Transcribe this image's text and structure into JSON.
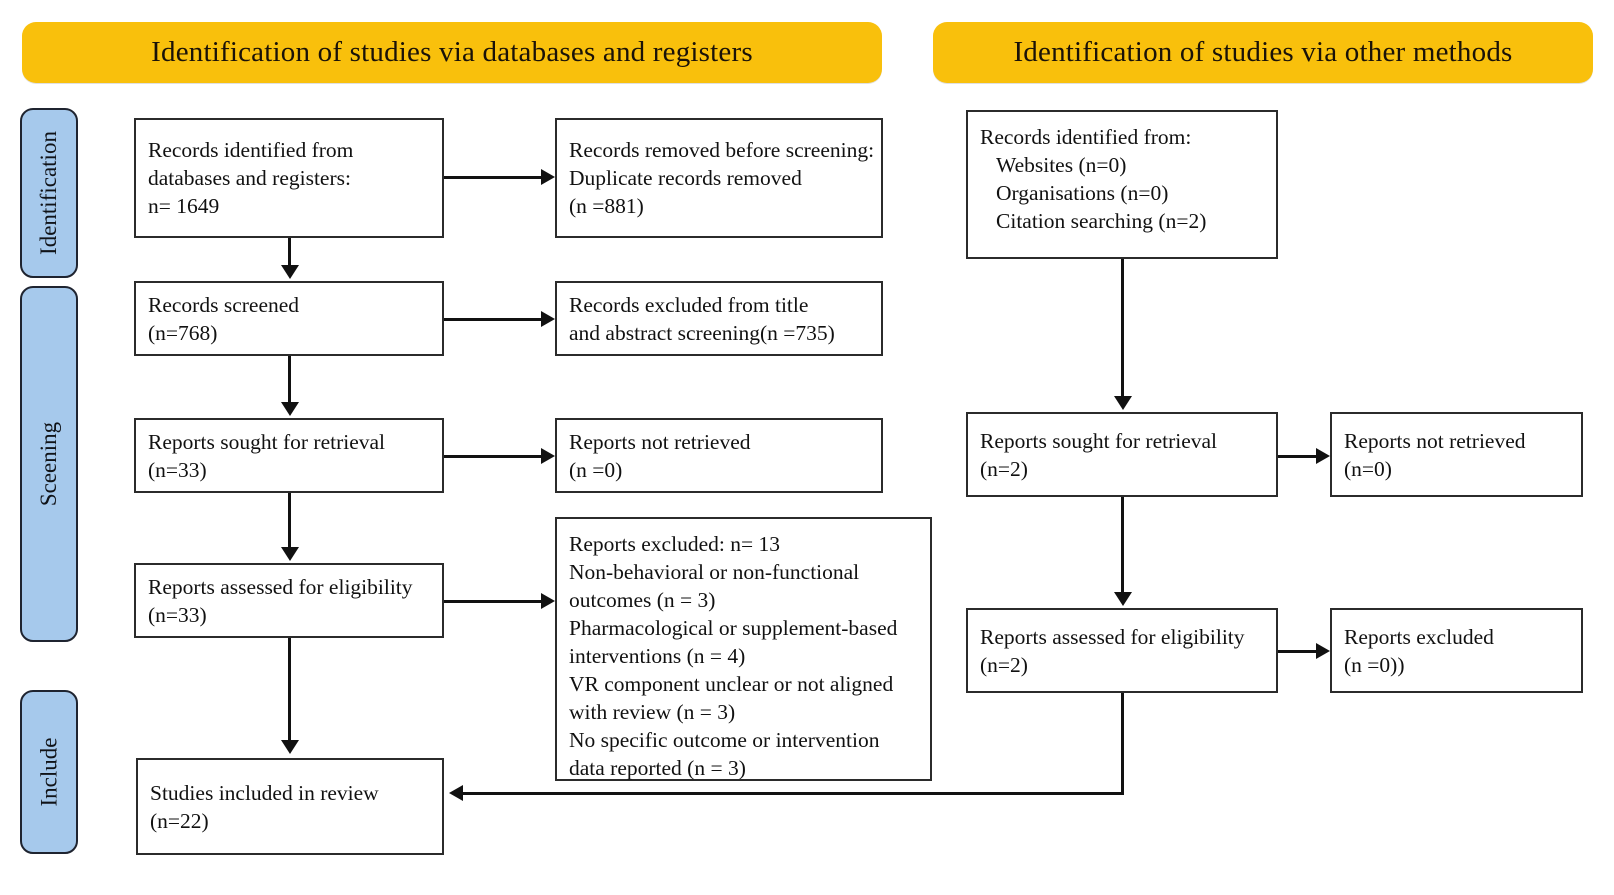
{
  "diagram": {
    "type": "prisma-flow-diagram",
    "colors": {
      "header_orange": "#f9c00c",
      "stage_blue": "#a6c9ec",
      "box_border": "#2b2b2b",
      "connector": "#111111"
    }
  },
  "headers": {
    "left": "Identification of studies via databases and registers",
    "right": "Identification of studies via other methods"
  },
  "stages": [
    {
      "label": "Identification"
    },
    {
      "label": "Sceening"
    },
    {
      "label": "Include"
    }
  ],
  "left_column": {
    "identified": {
      "line1": "Records identified from",
      "line2": "databases and registers:",
      "line3": "n= 1649"
    },
    "removed": {
      "line1": "Records removed before screening:",
      "line2": "Duplicate records removed",
      "line3": "(n =881)"
    },
    "screened": {
      "line1": "Records screened",
      "line2": "(n=768)"
    },
    "excluded_screening": {
      "line1": "Records excluded from title",
      "line2": "and abstract screening(n =735)"
    },
    "sought": {
      "line1": "Reports sought for retrieval",
      "line2": "(n=33)"
    },
    "not_retrieved": {
      "line1": "Reports not retrieved",
      "line2": "(n =0)"
    },
    "assessed": {
      "line1": "Reports assessed for eligibility",
      "line2": "(n=33)"
    },
    "reports_excluded": {
      "line1": "Reports excluded: n= 13",
      "line2": "Non-behavioral or non-functional",
      "line3": "outcomes (n = 3)",
      "line4": "Pharmacological or supplement-based",
      "line5": "interventions (n = 4)",
      "line6": "VR component unclear or not aligned",
      "line7": "with review (n = 3)",
      "line8": "No specific outcome or intervention",
      "line9": "data reported (n = 3)"
    },
    "included": {
      "line1": "Studies included in review",
      "line2": "(n=22)"
    }
  },
  "right_column": {
    "identified": {
      "line1": "Records identified from:",
      "line2": "Websites (n=0)",
      "line3": "Organisations (n=0)",
      "line4": "Citation searching (n=2)"
    },
    "sought": {
      "line1": "Reports sought for retrieval",
      "line2": "(n=2)"
    },
    "not_retrieved": {
      "line1": "Reports not retrieved",
      "line2": "(n=0)"
    },
    "assessed": {
      "line1": "Reports assessed for eligibility",
      "line2": "(n=2)"
    },
    "excluded": {
      "line1": "Reports excluded",
      "line2": "(n =0))"
    }
  }
}
